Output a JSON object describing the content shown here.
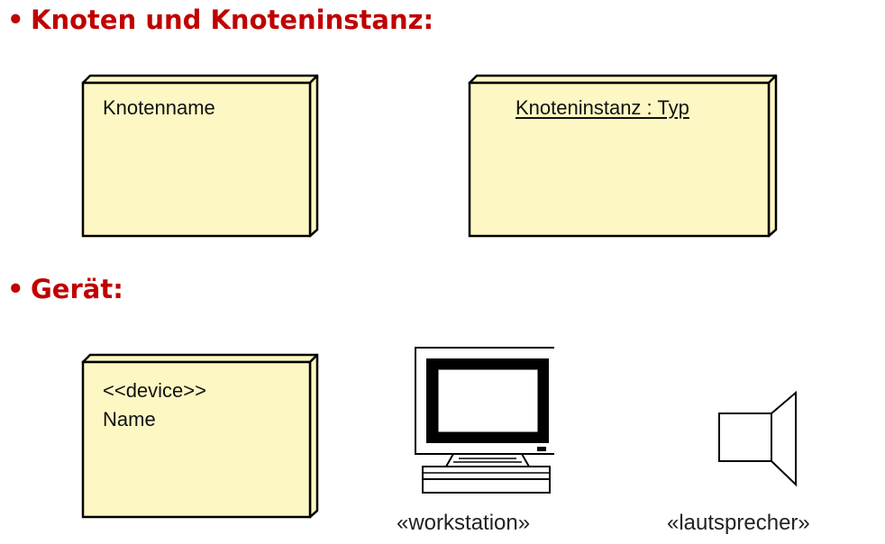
{
  "headings": {
    "bullet": "•",
    "first": "Knoten und Knoteninstanz:",
    "second": "Gerät:"
  },
  "nodes": {
    "node_name": "Knotenname",
    "node_instance": "Knoteninstanz : Typ",
    "device_stereotype": "<<device>>",
    "device_name": "Name"
  },
  "icons": {
    "workstation_label": "«workstation»",
    "speaker_label": "«lautsprecher»"
  },
  "colors": {
    "heading": "#c00000",
    "node_fill": "#fdf8c3",
    "node_stroke": "#000000"
  }
}
